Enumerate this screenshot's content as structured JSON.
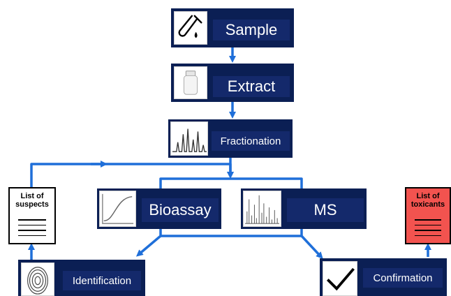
{
  "nodes": {
    "sample": {
      "label": "Sample",
      "icon": "test-tube-icon"
    },
    "extract": {
      "label": "Extract",
      "icon": "vial-icon"
    },
    "fractionation": {
      "label": "Fractionation",
      "icon": "chromatogram-icon"
    },
    "bioassay": {
      "label": "Bioassay",
      "icon": "dose-response-curve-icon"
    },
    "ms": {
      "label": "MS",
      "icon": "mass-spectrum-icon"
    },
    "identification": {
      "label": "Identification",
      "icon": "fingerprint-icon"
    },
    "confirmation": {
      "label": "Confirmation",
      "icon": "checkmark-icon"
    }
  },
  "documents": {
    "suspects": {
      "title_line1": "List of",
      "title_line2": "suspects",
      "fill": "#ffffff"
    },
    "toxicants": {
      "title_line1": "List of",
      "title_line2": "toxicants",
      "fill": "#f2534f"
    }
  },
  "colors": {
    "node_dark": "#0b1f54",
    "label_bg": "#14296b",
    "arrow": "#1f6fd9"
  }
}
